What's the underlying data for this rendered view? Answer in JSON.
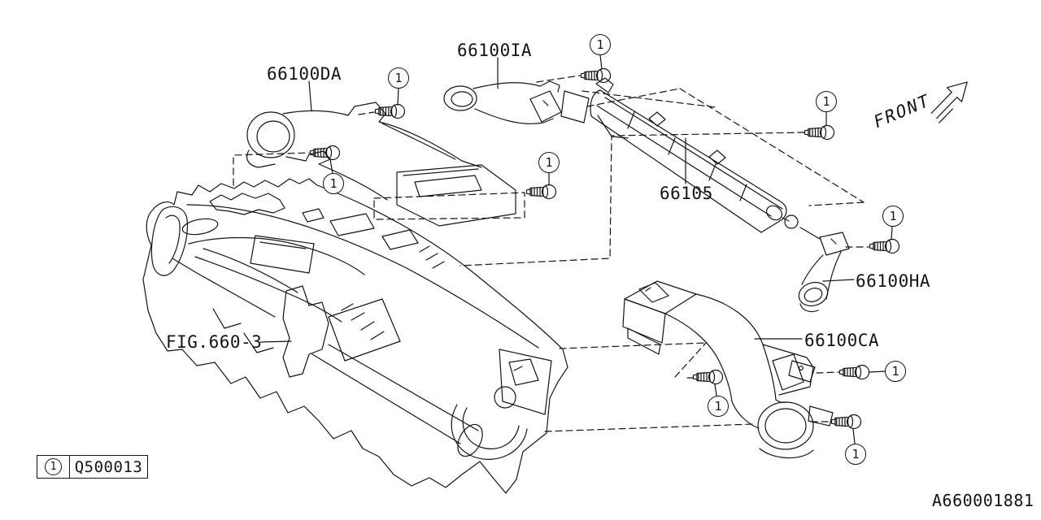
{
  "diagram": {
    "front_label": "FRONT",
    "diagram_id": "A660001881",
    "figure_label": "FIG.660-3",
    "part_labels": {
      "duct_upper_left": "66100DA",
      "duct_upper_center": "66100IA",
      "crossmember_beam": "66105",
      "elbow_duct": "66100HA",
      "duct_lower_right": "66100CA"
    },
    "legend": {
      "symbol": "1",
      "part_number": "Q500013"
    },
    "callouts": [
      {
        "label": "1"
      },
      {
        "label": "1"
      },
      {
        "label": "1"
      },
      {
        "label": "1"
      },
      {
        "label": "1"
      },
      {
        "label": "1"
      },
      {
        "label": "1"
      },
      {
        "label": "1"
      },
      {
        "label": "1"
      }
    ]
  },
  "colors": {
    "line": "#141414",
    "background": "#ffffff"
  }
}
